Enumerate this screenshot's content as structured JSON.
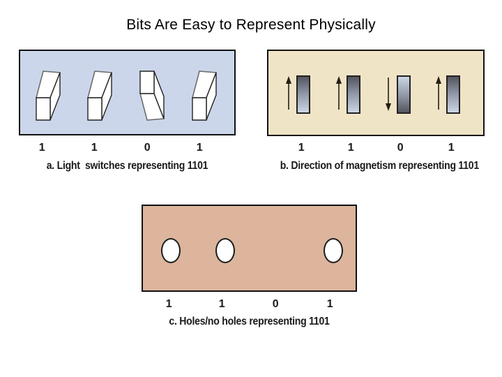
{
  "title": "Bits Are Easy to Represent Physically",
  "colors": {
    "switch_panel_bg": "#ccd6eb",
    "magnet_panel_bg": "#f0e4c6",
    "holes_panel_bg": "#dcb59c",
    "magnet_bar_dark": "#54555e",
    "magnet_bar_light": "#ccd6e4",
    "text": "#1a1a1a"
  },
  "panels": {
    "a": {
      "caption": "a. Light  switches representing 1101",
      "bits": [
        "1",
        "1",
        "0",
        "1"
      ],
      "switch_states": [
        "up",
        "up",
        "down",
        "up"
      ]
    },
    "b": {
      "caption": "b. Direction of magnetism representing 1101",
      "bits": [
        "1",
        "1",
        "0",
        "1"
      ],
      "arrow_directions": [
        "up",
        "up",
        "down",
        "up"
      ]
    },
    "c": {
      "caption": "c. Holes/no holes representing 1101",
      "bits": [
        "1",
        "1",
        "0",
        "1"
      ],
      "holes": [
        true,
        true,
        false,
        true
      ]
    }
  }
}
